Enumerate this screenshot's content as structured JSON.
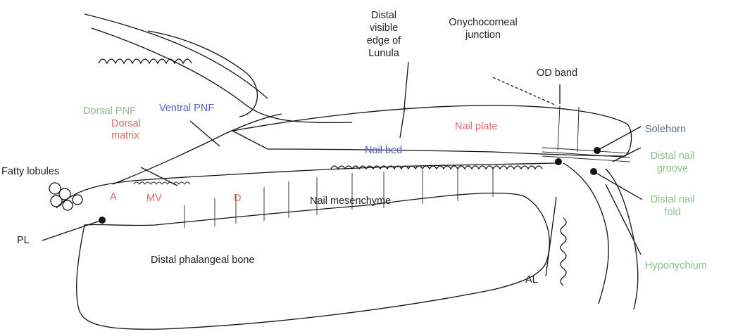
{
  "labels": {
    "fatty_lobules": "Fatty lobules",
    "dorsal_pnf": "Dorsal PNF",
    "ventral_pnf": "Ventral PNF",
    "dorsal_matrix_1": "Dorsal",
    "dorsal_matrix_2": "matrix",
    "distal_lunula_1": "Distal",
    "distal_lunula_2": "visible",
    "distal_lunula_3": "edge of",
    "distal_lunula_4": "Lunula",
    "onycho_1": "Onychocorneal",
    "onycho_2": "junction",
    "od_band": "OD band",
    "nail_plate": "Nail plate",
    "solehorn": "Solehorn",
    "distal_nail_groove_1": "Distal nail",
    "distal_nail_groove_2": "groove",
    "distal_nail_fold_1": "Distal nail",
    "distal_nail_fold_2": "fold",
    "nail_bed": "Nail bed",
    "nail_mesenchyme": "Nail mesenchyme",
    "a": "A",
    "mv": "MV",
    "d": "D",
    "pl": "PL",
    "distal_phalangeal_bone": "Distal phalangeal bone",
    "al": "AL",
    "hyponychium": "Hyponychium"
  },
  "colors": {
    "black": "#222222",
    "green": "#8fbf8c",
    "blue": "#5c5cc4",
    "red": "#e06a6a",
    "slate": "#5b6b86"
  }
}
